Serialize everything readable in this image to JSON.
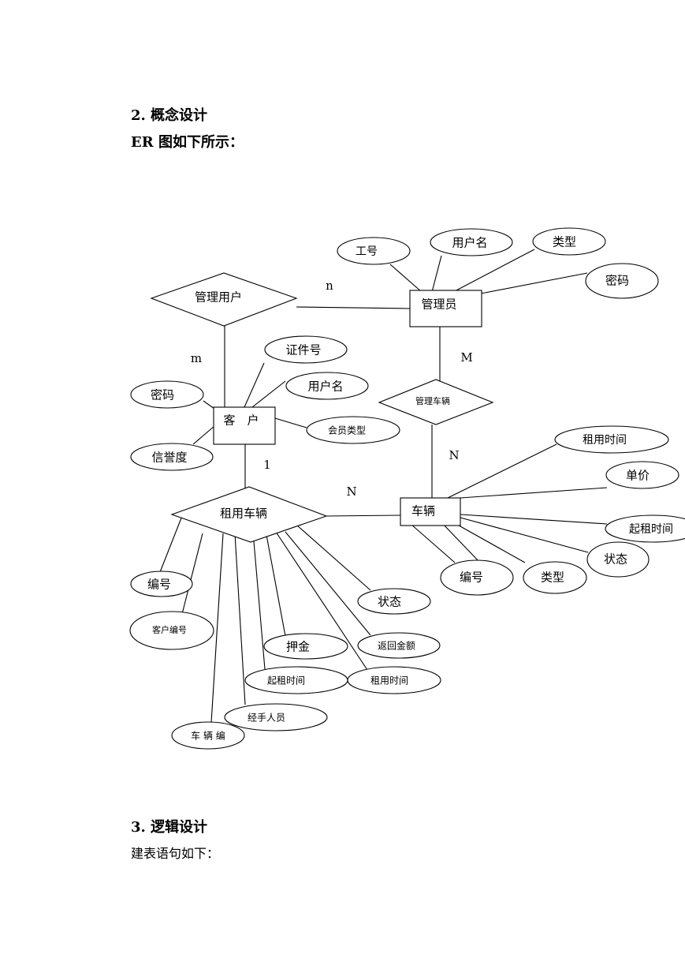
{
  "section2": {
    "heading": "2.  概念设计",
    "subheading": "ER 图如下所示："
  },
  "section3": {
    "heading": "3.  逻辑设计",
    "text": "建表语句如下："
  },
  "er": {
    "entities": {
      "admin": "管理员",
      "customer": "客　户",
      "vehicle": "车辆"
    },
    "relationships": {
      "manage_user": "管理用户",
      "manage_vehicle": "管理车辆",
      "rent_vehicle": "租用车辆"
    },
    "attributes": {
      "admin_id": "工号",
      "admin_username": "用户名",
      "admin_type": "类型",
      "admin_password": "密码",
      "cust_idno": "证件号",
      "cust_username": "用户名",
      "cust_password": "密码",
      "cust_membertype": "会员类型",
      "cust_credit": "信誉度",
      "veh_renttime": "租用时间",
      "veh_price": "单价",
      "veh_starttime": "起租时间",
      "veh_status": "状态",
      "veh_id": "编号",
      "veh_type": "类型",
      "rent_id": "编号",
      "rent_custid": "客户编号",
      "rent_status": "状态",
      "rent_deposit": "押金",
      "rent_refund": "返回金额",
      "rent_starttime": "起租时间",
      "rent_renttime": "租用时间",
      "rent_handler": "经手人员",
      "rent_vehid": "车 辆 编"
    },
    "cardinalities": {
      "admin_user_n": "n",
      "user_m": "m",
      "admin_vehicle_M": "M",
      "vehicle_admin_N": "N",
      "cust_rent_1": "1",
      "rent_vehicle_N": "N"
    }
  }
}
